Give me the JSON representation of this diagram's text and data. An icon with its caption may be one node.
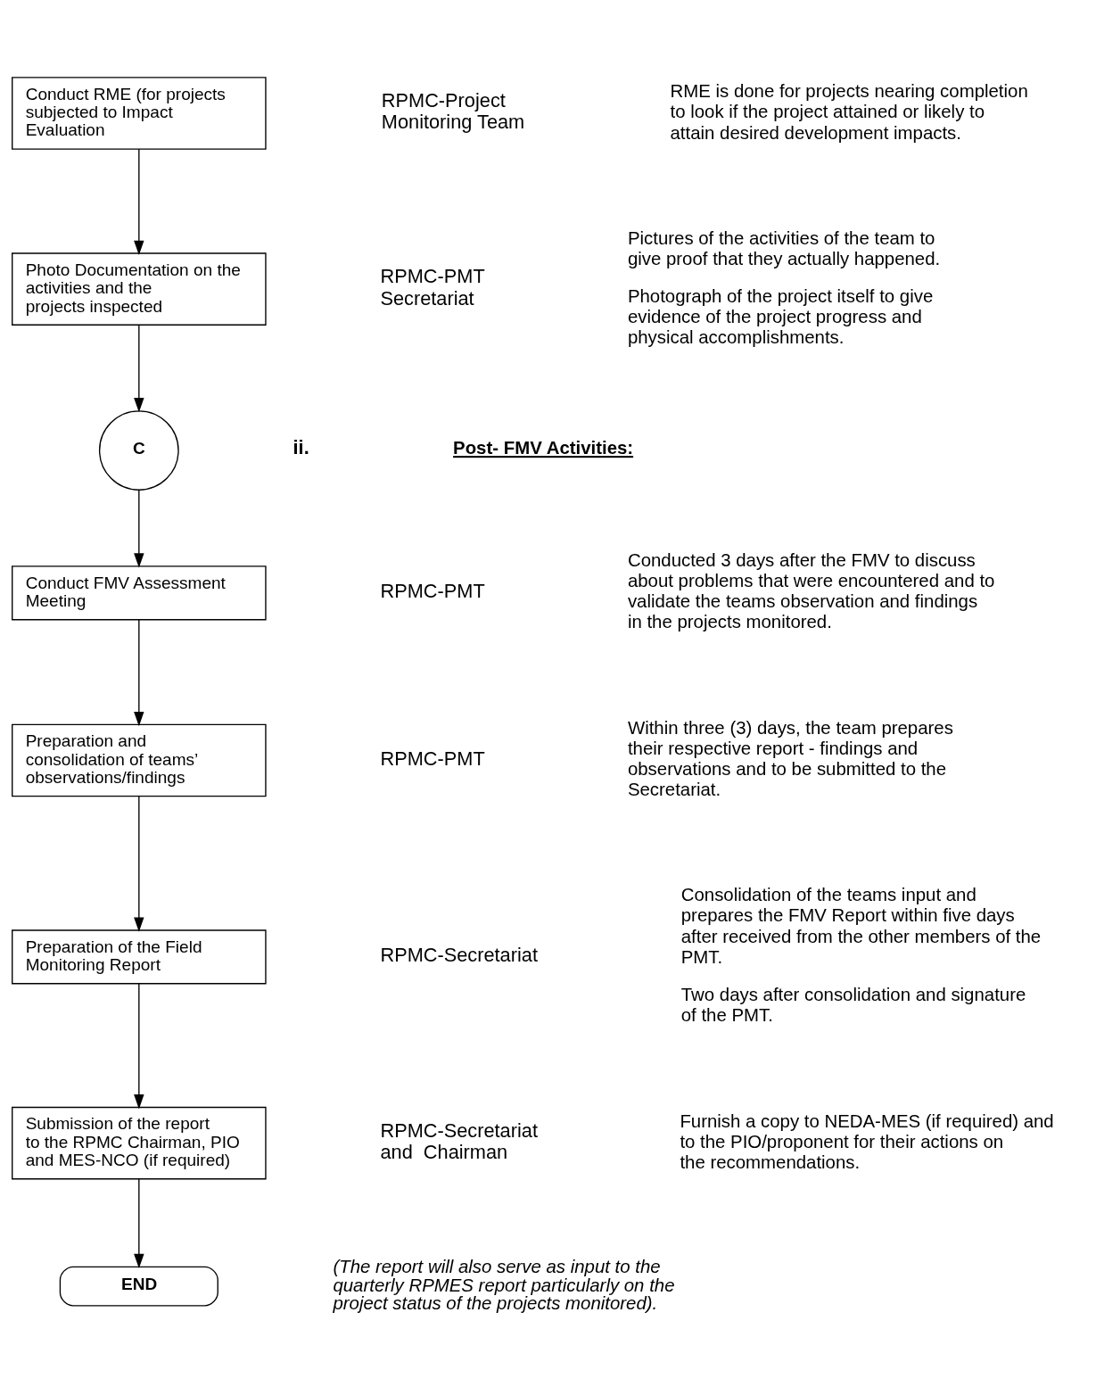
{
  "diagram": {
    "nodes": [
      {
        "text": [
          "Conduct RME (for projects subjected to Impact Evaluation"
        ]
      },
      {
        "text": [
          "Photo Documentation on the activities and the projects inspected"
        ]
      },
      {
        "text": [
          "C"
        ]
      },
      {
        "text": [
          "Conduct FMV Assessment Meeting"
        ]
      },
      {
        "text": [
          "Preparation and consolidation of teams’ observations/findings"
        ]
      },
      {
        "text": [
          "Preparation of the Field Monitoring Report"
        ]
      },
      {
        "text": [
          "Submission of the report to the RPMC Chairman, PIO and MES-NCO (if required)"
        ]
      },
      {
        "text": [
          "END"
        ]
      }
    ],
    "edges": [
      {
        "from": 0,
        "to": 1,
        "arrow": "to"
      },
      {
        "from": 1,
        "to": 2,
        "arrow": "to"
      },
      {
        "from": 2,
        "to": 3,
        "arrow": "to"
      },
      {
        "from": 3,
        "to": 4,
        "arrow": "to"
      },
      {
        "from": 4,
        "to": 5,
        "arrow": "to"
      },
      {
        "from": 5,
        "to": 6,
        "arrow": "to"
      },
      {
        "from": 6,
        "to": 7,
        "arrow": "to"
      }
    ],
    "labels": [
      "RPMC-Project Monitoring Team",
      "RME is done for projects nearing completion to look if the project attained or likely to attain desired development impacts.",
      "RPMC-PMT Secretariat",
      "Pictures of the activities of the team to give proof that they actually happened.",
      "Photograph of the project itself to give evidence of the project progress and physical accomplishments.",
      "ii.",
      "Post- FMV Activities:",
      "RPMC-PMT",
      "Conducted 3 days after the FMV to discuss about problems that were encountered and to validate the teams observation and findings in the projects monitored.",
      "RPMC-PMT",
      "Within three (3) days, the team prepares their respective report - findings and observations and to be submitted to the Secretariat.",
      "RPMC-Secretariat",
      "Consolidation of the teams input and prepares the FMV Report within five days after received from the other members of the PMT.",
      "Two days after consolidation and signature of the PMT.",
      "RPMC-Secretariat and  Chairman",
      "Furnish a copy to NEDA-MES (if required) and to the PIO/proponent for their actions on the recommendations.",
      "(The report will also serve as input to the quarterly RPMES report particularly on the project status of the projects monitored)."
    ]
  }
}
